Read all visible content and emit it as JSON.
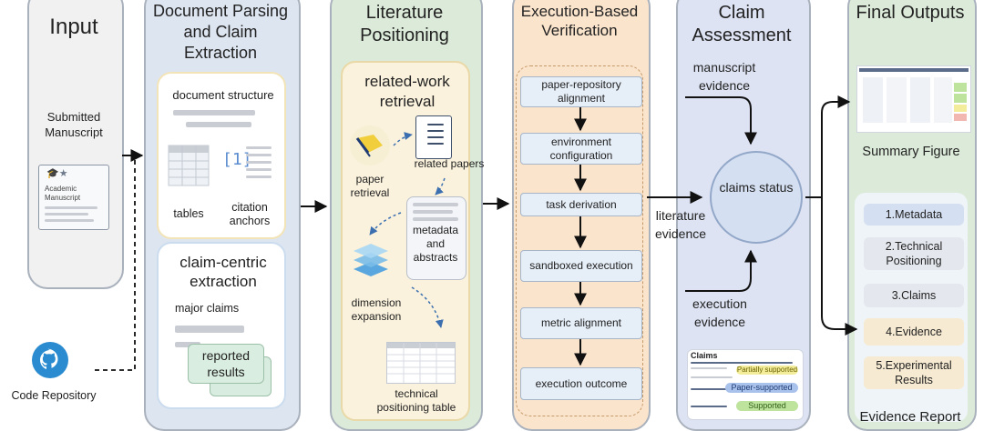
{
  "input": {
    "title": "Input",
    "submitted_manuscript": "Submitted Manuscript",
    "manuscript_icon_line1": "Academic",
    "manuscript_icon_line2": "Manuscript",
    "code_repository": "Code Repository"
  },
  "parsing": {
    "title": "Document Parsing and Claim Extraction",
    "document_structure": "document structure",
    "tables": "tables",
    "citation_anchors": "citation anchors",
    "citation_glyph": "[1]",
    "claim_centric": "claim-centric extraction",
    "major_claims": "major claims",
    "reported_results": "reported results"
  },
  "literature": {
    "title": "Literature Positioning",
    "related_work": "related-work retrieval",
    "paper_retrieval": "paper retrieval",
    "related_papers": "related papers",
    "metadata_abstracts": "metadata and abstracts",
    "dimension_expansion": "dimension expansion",
    "technical_positioning_table": "technical positioning table"
  },
  "verification": {
    "title": "Execution-Based Verification",
    "steps": [
      "paper-repository alignment",
      "environment configuration",
      "task derivation",
      "sandboxed execution",
      "metric alignment",
      "execution outcome"
    ]
  },
  "assessment": {
    "title": "Claim Assessment",
    "manuscript_evidence": "manuscript evidence",
    "literature_evidence": "literature evidence",
    "execution_evidence": "execution evidence",
    "claims_status": "claims status",
    "claims_panel_title": "Claims",
    "badge_partial": "Partially supported",
    "badge_paper": "Paper-supported",
    "badge_supported": "Supported",
    "badge_colors": {
      "partial": "#f3ec9a",
      "paper": "#a9c2ec",
      "supported": "#bde39d"
    }
  },
  "outputs": {
    "title": "Final Outputs",
    "summary_figure": "Summary Figure",
    "items": [
      "1.Metadata",
      "2.Technical Positioning",
      "3.Claims",
      "4.Evidence",
      "5.Experimental Results"
    ],
    "evidence_report": "Evidence Report"
  },
  "colors": {
    "input_bg": "#f1f1f1",
    "parsing_bg": "#dde5f1",
    "literature_bg": "#dcebd9",
    "verification_bg": "#fbe4cc",
    "assessment_bg": "#dde3f3",
    "outputs_bg": "#dcebd9",
    "claims_circle": "#d4dff2"
  }
}
